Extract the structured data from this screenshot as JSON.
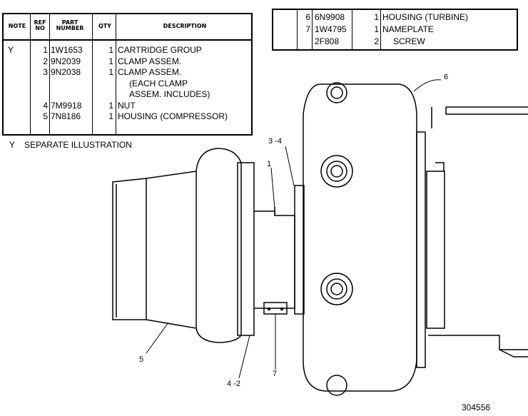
{
  "left_table": {
    "headers": {
      "note": "NOTE",
      "ref": "REF NO",
      "part": "PART NUMBER",
      "qty": "QTY",
      "desc": "DESCRIPTION"
    },
    "rows": [
      {
        "note": "Y",
        "ref": "1",
        "part": "1W1653",
        "qty": "1",
        "desc": "CARTRIDGE GROUP"
      },
      {
        "note": "",
        "ref": "2",
        "part": "9N2039",
        "qty": "1",
        "desc": "CLAMP ASSEM."
      },
      {
        "note": "",
        "ref": "3",
        "part": "9N2038",
        "qty": "1",
        "desc": "CLAMP ASSEM."
      },
      {
        "note": "",
        "ref": "",
        "part": "",
        "qty": "",
        "desc": "(EACH CLAMP"
      },
      {
        "note": "",
        "ref": "",
        "part": "",
        "qty": "",
        "desc": "ASSEM. INCLUDES)"
      },
      {
        "note": "",
        "ref": "4",
        "part": "7M9918",
        "qty": "1",
        "desc": "NUT"
      },
      {
        "note": "",
        "ref": "5",
        "part": "7N8186",
        "qty": "1",
        "desc": "HOUSING (COMPRESSOR)"
      }
    ]
  },
  "footnote": "Y    SEPARATE ILLUSTRATION",
  "right_table": {
    "rows": [
      {
        "ref": "6",
        "part": "6N9908",
        "qty": "1",
        "desc": "HOUSING (TURBINE)"
      },
      {
        "ref": "7",
        "part": "1W4795",
        "qty": "1",
        "desc": "NAMEPLATE"
      },
      {
        "ref": "",
        "part": "2F808",
        "qty": "2",
        "desc": "SCREW"
      }
    ]
  },
  "callouts": {
    "c6": "6",
    "c34": "3 -4",
    "c1": "1",
    "c5": "5",
    "c42": "4 -2",
    "c7": "7"
  },
  "figure_number": "304556"
}
